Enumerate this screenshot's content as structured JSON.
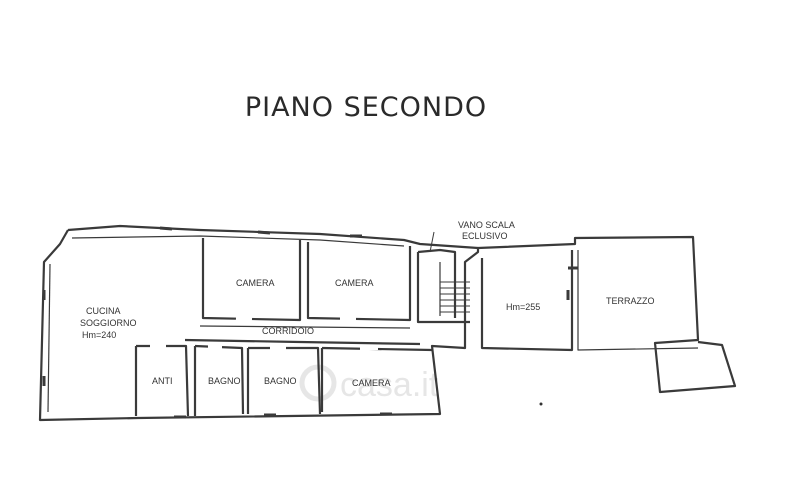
{
  "title": "PIANO SECONDO",
  "rooms": {
    "camera_1": "CAMERA",
    "camera_2": "CAMERA",
    "camera_3": "CAMERA",
    "cucina_line1": "CUCINA",
    "cucina_line2": "SOGGIORNO",
    "cucina_line3": "Hm=240",
    "corridoio": "CORRIDOIO",
    "anti": "ANTI",
    "bagno_1": "BAGNO",
    "bagno_2": "BAGNO",
    "vano_line1": "VANO SCALA",
    "vano_line2": "ECLUSIVO",
    "room_hm": "Hm=255",
    "terrazzo": "TERRAZZO"
  },
  "watermark": "casa.it",
  "colors": {
    "wall": "#3a3a3a",
    "background": "#ffffff"
  }
}
